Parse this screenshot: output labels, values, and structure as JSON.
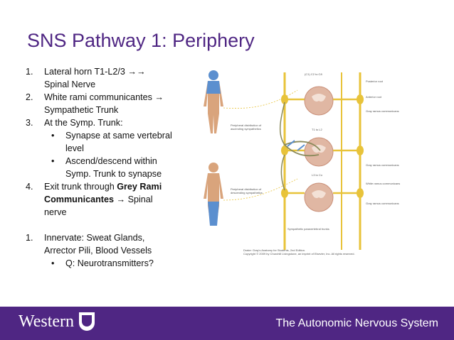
{
  "title": "SNS Pathway 1: Periphery",
  "list": {
    "i1_num": "1.",
    "i1_a": "Lateral horn T1-L2/3 ",
    "i1_arrow": "→→",
    "i1_b": "Spinal Nerve",
    "i2_num": "2.",
    "i2_a": "White rami communicantes ",
    "i2_arrow": "→",
    "i2_b": "Sympathetic Trunk",
    "i3_num": "3.",
    "i3_a": "At the Symp. Trunk:",
    "s1_bul": "•",
    "s1_a": "Synapse at same vertebral",
    "s1_b": "level",
    "s2_bul": "•",
    "s2_a": "Ascend/descend within",
    "s2_b": "Symp. Trunk to synapse",
    "i4_num": "4.",
    "i4_a": "Exit trunk through ",
    "i4_bold1": "Grey Rami",
    "i4_bold2": "Communicantes",
    "i4_arrow": " → ",
    "i4_b": "Spinal",
    "i4_c": "nerve",
    "i5_num": "1.",
    "i5_a": "Innervate: Sweat Glands,",
    "i5_b": "Arrector Pili, Blood Vessels",
    "s3_bul": "•",
    "s3_a": "Q: Neurotransmitters?"
  },
  "figure": {
    "label_c1c8": "(C1) C2 to C8",
    "label_t1l2": "T1 to L2",
    "label_l3co": "L3 to Co",
    "label_posterior_root": "Posterior root",
    "label_anterior_root": "Anterior root",
    "label_gray_ramus_1": "Gray ramus communicans",
    "label_gray_ramus_2": "Gray ramus communicans",
    "label_gray_ramus_3": "Gray ramus communicans",
    "label_white_ramus": "White ramus communicans",
    "label_periph_asc_1": "Peripheral distribution of",
    "label_periph_asc_2": "ascending sympathetics",
    "label_periph_desc_1": "Peripheral distribution of",
    "label_periph_desc_2": "descending sympathetics",
    "label_trunks": "Sympathetic paravertebral trunks",
    "credit_1": "Drake: Gray's Anatomy for Students, 2nd Edition.",
    "credit_2": "Copyright © 2009 by Churchill Livingstone, an imprint of Elsevier, Inc. All rights reserved.",
    "colors": {
      "nerve": "#e8c33a",
      "cord": "#e0b7a3",
      "skin": "#d9a47c",
      "blue": "#5b8fcf",
      "gray_fiber": "#8a8a5a"
    }
  },
  "footer": {
    "logo": "Western",
    "title": "The Autonomic Nervous System",
    "bar_color": "#4f2683"
  }
}
